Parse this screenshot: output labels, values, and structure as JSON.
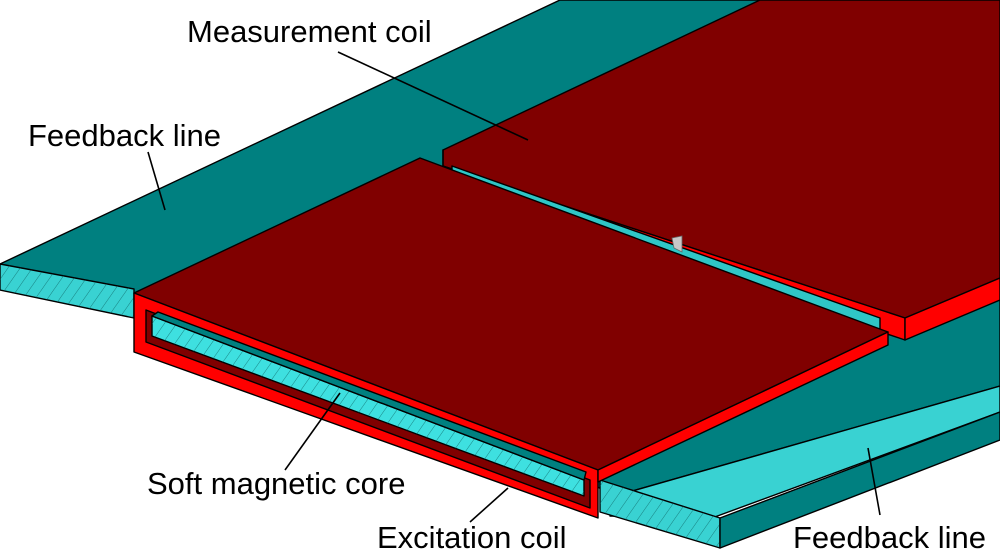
{
  "labels": {
    "measurement_coil": "Measurement coil",
    "feedback_line_left": "Feedback line",
    "feedback_line_right": "Feedback line",
    "soft_magnetic_core": "Soft magnetic core",
    "excitation_coil": "Excitation coil"
  },
  "colors": {
    "feedback_top": "#008080",
    "feedback_edge": "#39d2d2",
    "coil_top": "#800000",
    "coil_edge": "#ff0000",
    "core_top": "#008080",
    "core_edge": "#3ee0e0",
    "background": "#ffffff"
  }
}
